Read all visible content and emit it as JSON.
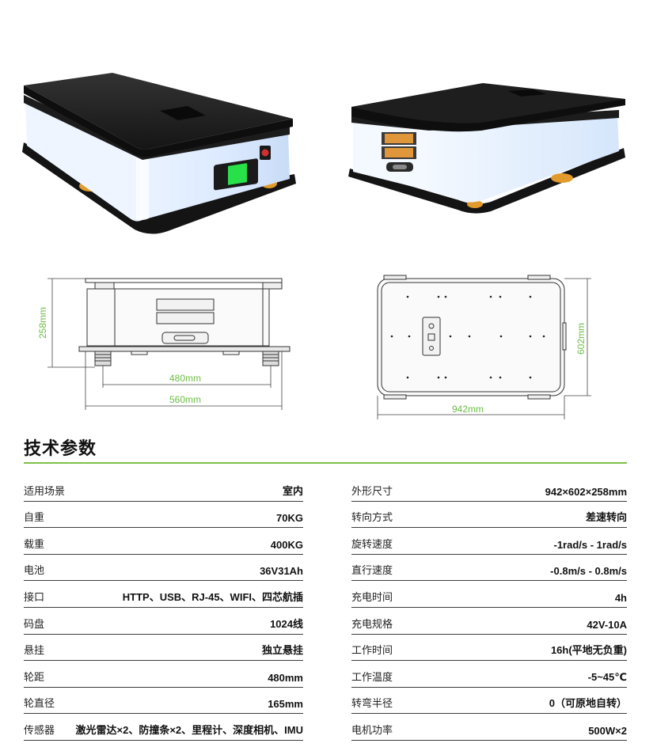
{
  "drawings": {
    "height_label": "258mm",
    "wheelbase_label": "480mm",
    "width_label": "560mm",
    "length_label": "942mm",
    "depth_label": "602mm"
  },
  "spec": {
    "title": "技术参数",
    "left": [
      {
        "label": "适用场景",
        "value": "室内"
      },
      {
        "label": "自重",
        "value": "70KG"
      },
      {
        "label": "载重",
        "value": "400KG"
      },
      {
        "label": "电池",
        "value": "36V31Ah"
      },
      {
        "label": "接口",
        "value": "HTTP、USB、RJ-45、WIFI、四芯航插"
      },
      {
        "label": "码盘",
        "value": "1024线"
      },
      {
        "label": "悬挂",
        "value": "独立悬挂"
      },
      {
        "label": "轮距",
        "value": "480mm"
      },
      {
        "label": "轮直径",
        "value": "165mm"
      },
      {
        "label": "传感器",
        "value": "激光雷达×2、防撞条×2、里程计、深度相机、IMU"
      }
    ],
    "right": [
      {
        "label": "外形尺寸",
        "value": "942×602×258mm"
      },
      {
        "label": "转向方式",
        "value": "差速转向"
      },
      {
        "label": "旋转速度",
        "value": "-1rad/s - 1rad/s"
      },
      {
        "label": "直行速度",
        "value": "-0.8m/s - 0.8m/s"
      },
      {
        "label": "充电时间",
        "value": "4h"
      },
      {
        "label": "充电规格",
        "value": "42V-10A"
      },
      {
        "label": "工作时间",
        "value": "16h(平地无负重)"
      },
      {
        "label": "工作温度",
        "value": "-5~45℃"
      },
      {
        "label": "转弯半径",
        "value": "0（可原地自转）"
      },
      {
        "label": "电机功率",
        "value": "500W×2"
      }
    ]
  },
  "colors": {
    "accent": "#7dc04a",
    "dimension": "#6cbd45",
    "body_light": "#dbeaff",
    "top_dark": "#1e1e1e",
    "wheel": "#e29a2c"
  }
}
